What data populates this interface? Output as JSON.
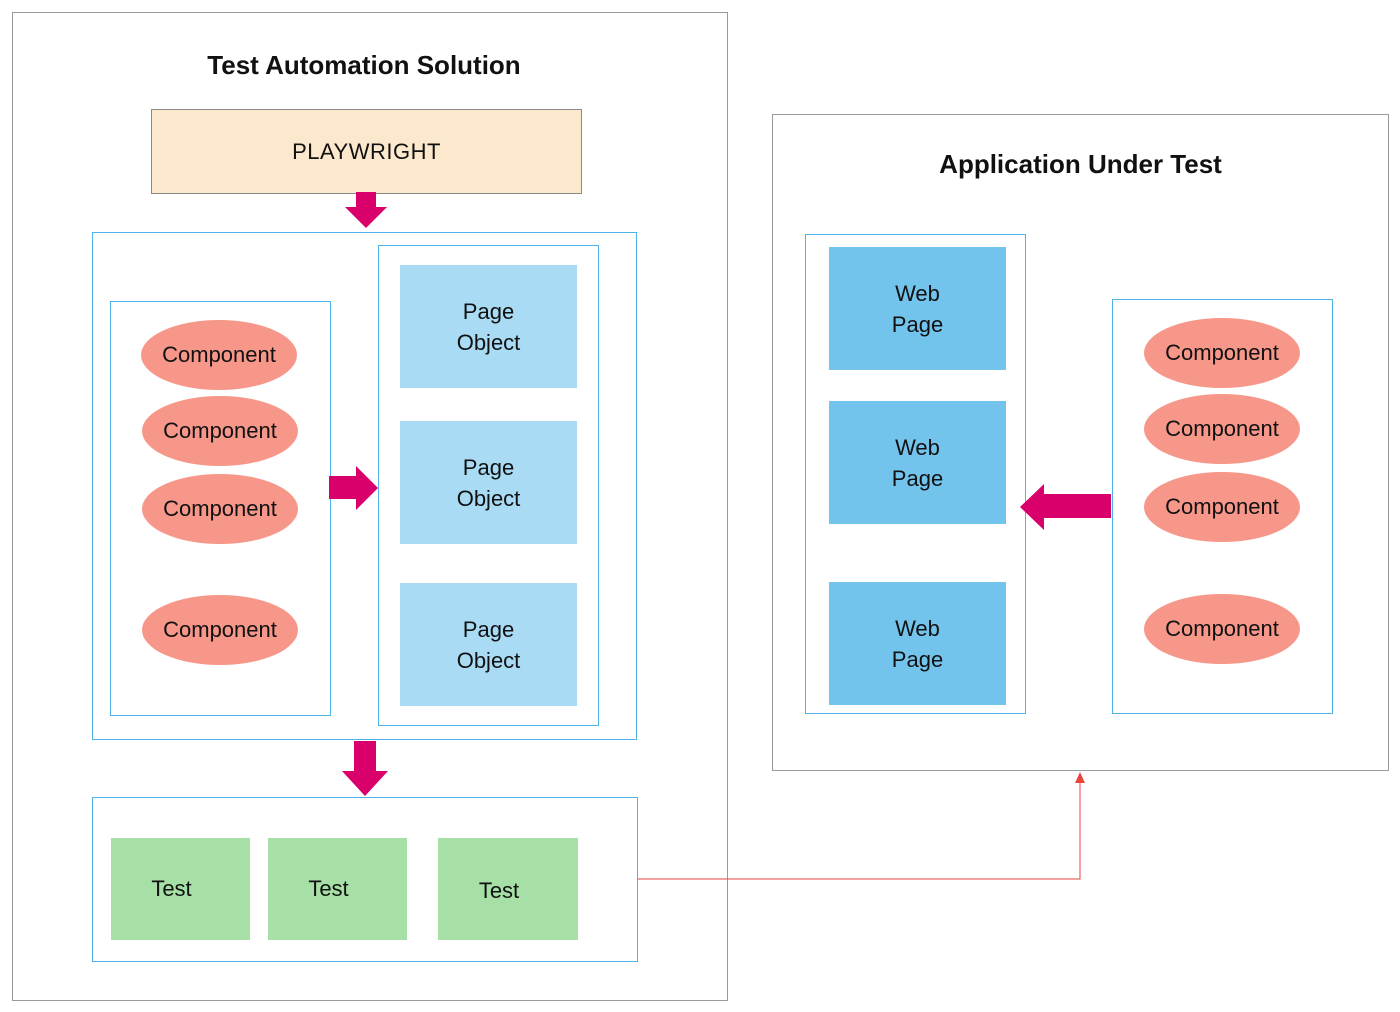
{
  "colors": {
    "arrow_magenta": "#d9006c",
    "connector_red": "#e8453c",
    "frame_blue": "#4fb3e8",
    "component_fill": "#f7978a",
    "page_object_fill": "#a9dbf5",
    "web_page_fill": "#73c4ec",
    "test_fill": "#a6e0a6",
    "playwright_fill": "#fce8cc"
  },
  "test_automation": {
    "title": "Test Automation Solution",
    "playwright_label": "PLAYWRIGHT",
    "components": [
      "Component",
      "Component",
      "Component",
      "Component"
    ],
    "page_objects": [
      {
        "line1": "Page",
        "line2": "Object"
      },
      {
        "line1": "Page",
        "line2": "Object"
      },
      {
        "line1": "Page",
        "line2": "Object"
      }
    ],
    "tests": [
      "Test",
      "Test",
      "Test"
    ]
  },
  "application": {
    "title": "Application Under Test",
    "web_pages": [
      {
        "line1": "Web",
        "line2": "Page"
      },
      {
        "line1": "Web",
        "line2": "Page"
      },
      {
        "line1": "Web",
        "line2": "Page"
      }
    ],
    "components": [
      "Component",
      "Component",
      "Component",
      "Component"
    ]
  }
}
